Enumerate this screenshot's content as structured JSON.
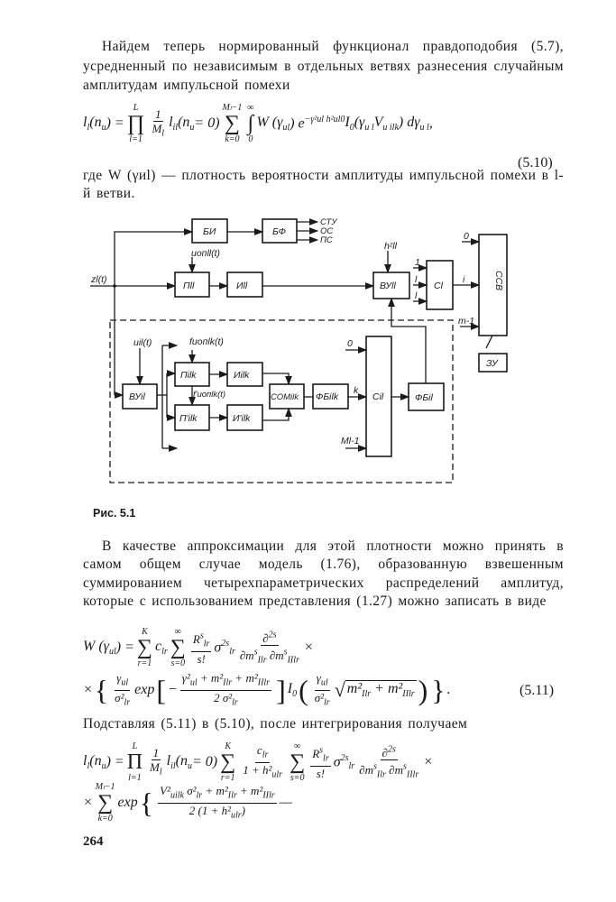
{
  "paragraphs": {
    "intro": "Найдем теперь нормированный функционал правдоподобия (5.7), усредненный по независимым в отдельных ветвях разнесения случайным амплитудам импульсной помехи",
    "where": "где W (γиl) — плотность вероятности амплитуды импульсной помехи в l-й ветви.",
    "approx": "В качестве аппроксимации для этой плотности можно принять в самом общем случае модель (1.76), образованную взвешенным суммированием четырехпараметрических распределений амплитуд, которые с использованием представления (1.27) можно записать в виде",
    "substitute": "Подставляя (5.11) в (5.10), после интегрирования получаем"
  },
  "equations": {
    "eq510": [
      {
        "t": "l",
        "sub": "l"
      },
      {
        "t": " (n",
        "sub": "и"
      },
      {
        "t": ") ="
      },
      {
        "big": "∏",
        "top": "L",
        "bot": "l=1"
      },
      {
        "num": [
          {
            "t": "1"
          }
        ],
        "den": [
          {
            "t": "M",
            "sub": "l"
          }
        ]
      },
      {
        "t": " l",
        "sub": "il"
      },
      {
        "t": " (n",
        "sub": "и"
      },
      {
        "t": " = 0)"
      },
      {
        "big": "∑",
        "top": "Mₗ−1",
        "bot": "k=0"
      },
      {
        "big": "∫",
        "top": "∞",
        "bot": "0"
      },
      {
        "t": " W (γ",
        "sub": "иl"
      },
      {
        "t": ") e",
        "sup": "−γ²иl h²иl0"
      },
      {
        "t": "I",
        "sub": "0"
      },
      {
        "t": " (γ",
        "sub": "и l"
      },
      {
        "t": "V",
        "sub": "и ilk"
      },
      {
        "t": ") dγ",
        "sub": "и l"
      },
      {
        "t": ","
      }
    ],
    "eq511a": [
      {
        "t": "W (γ",
        "sub": "иl"
      },
      {
        "t": ") ="
      },
      {
        "big": "∑",
        "top": "K",
        "bot": "r=1"
      },
      {
        "t": "c",
        "sub": "lr"
      },
      {
        "big": "∑",
        "top": "∞",
        "bot": "s=0"
      },
      {
        "num": [
          {
            "t": "R",
            "sup": "s"
          },
          {
            "t": "",
            "sub": "lr"
          }
        ],
        "den": [
          {
            "t": "s!"
          }
        ]
      },
      {
        "t": " σ",
        "sup": "2s"
      },
      {
        "t": "",
        "sub": "lr"
      },
      {
        "num": [
          {
            "t": "∂",
            "sup": "2s"
          }
        ],
        "den": [
          {
            "t": "∂m",
            "sup": "s"
          },
          {
            "t": "",
            "sub": "Ilr"
          },
          {
            "t": " ∂m",
            "sup": "s"
          },
          {
            "t": "",
            "sub": "IIlr"
          }
        ]
      },
      {
        "t": " ×"
      }
    ],
    "eq511b": [
      {
        "t": "×"
      },
      {
        "br": "{"
      },
      {
        "num": [
          {
            "t": "γ",
            "sub": "иl"
          }
        ],
        "den": [
          {
            "t": "σ²",
            "sub": "lr"
          }
        ]
      },
      {
        "t": " exp"
      },
      {
        "br": "["
      },
      {
        "t": "−"
      },
      {
        "num": [
          {
            "t": "γ²",
            "sub": "иl"
          },
          {
            "t": " + m²",
            "sub": "Ilr"
          },
          {
            "t": " + m²",
            "sub": "IIlr"
          }
        ],
        "den": [
          {
            "t": "2 σ²",
            "sub": "lr"
          }
        ]
      },
      {
        "br": "]"
      },
      {
        "t": " I",
        "sub": "0"
      },
      {
        "br": "("
      },
      {
        "num": [
          {
            "t": "γ",
            "sub": "иl"
          }
        ],
        "den": [
          {
            "t": "σ²",
            "sub": "lr"
          }
        ]
      },
      {
        "root": [
          {
            "t": "m²",
            "sub": "Ilr"
          },
          {
            "t": " + m²",
            "sub": "IIlr"
          }
        ]
      },
      {
        "br": ")"
      },
      {
        "br": "}"
      },
      {
        "t": " ."
      }
    ],
    "eq512a": [
      {
        "t": "l",
        "sub": "l"
      },
      {
        "t": " (n",
        "sub": "и"
      },
      {
        "t": ") ="
      },
      {
        "big": "Π",
        "top": "L",
        "bot": "l=1"
      },
      {
        "num": [
          {
            "t": "1"
          }
        ],
        "den": [
          {
            "t": "M",
            "sub": "l"
          }
        ]
      },
      {
        "t": " l",
        "sub": "il"
      },
      {
        "t": " (n",
        "sub": "и"
      },
      {
        "t": " = 0)"
      },
      {
        "big": "∑",
        "top": "K",
        "bot": "r=1"
      },
      {
        "num": [
          {
            "t": "c",
            "sub": "lr"
          }
        ],
        "den": [
          {
            "t": "1 + h²",
            "sub": "иlr"
          }
        ]
      },
      {
        "big": "∑",
        "top": "∞",
        "bot": "s=0"
      },
      {
        "num": [
          {
            "t": "R",
            "sup": "s"
          },
          {
            "t": "",
            "sub": "lr"
          }
        ],
        "den": [
          {
            "t": "s!"
          }
        ]
      },
      {
        "t": "σ",
        "sup": "2s"
      },
      {
        "t": "",
        "sub": "lr"
      },
      {
        "num": [
          {
            "t": "∂",
            "sup": "2s"
          }
        ],
        "den": [
          {
            "t": "∂m",
            "sup": "s"
          },
          {
            "t": "",
            "sub": "Ilr"
          },
          {
            "t": " ∂m",
            "sup": "s"
          },
          {
            "t": "",
            "sub": "IIlr"
          }
        ]
      },
      {
        "t": " ×"
      }
    ],
    "eq512b": [
      {
        "t": "×"
      },
      {
        "big": "∑",
        "top": "Mₗ−1",
        "bot": "k=0"
      },
      {
        "t": " exp"
      },
      {
        "br": "{"
      },
      {
        "num": [
          {
            "t": "V²",
            "sub": "иilk"
          },
          {
            "t": " σ²",
            "sub": "lr"
          },
          {
            "t": " + m²",
            "sub": "Ilr"
          },
          {
            "t": " + m²",
            "sub": "IIlr"
          }
        ],
        "den": [
          {
            "t": "2 (1 + h²",
            "sub": "иlr"
          },
          {
            "t": ")"
          }
        ]
      },
      {
        "t": " —"
      }
    ],
    "num510": "(5.10)",
    "num511": "(5.11)"
  },
  "figure": {
    "caption": "Рис. 5.1",
    "blocks": {
      "bi": "БИ",
      "bf": "БФ",
      "p_ll": "Пll",
      "i_ll": "Иll",
      "vu_ll": "ВУll",
      "c_l": "Cl",
      "ssv": "ССВ",
      "zu": "ЗУ",
      "vu_il": "ВУil",
      "p_ilk": "Пilk",
      "i_ilk": "Иilk",
      "p2_ilk": "П'ilk",
      "i2_ilk": "И'ilk",
      "com_ilk": "СОМilk",
      "fb_ilk": "ФБilk",
      "c_il": "Cil",
      "fb_il": "ФБil"
    },
    "labels": {
      "z": "zl(t)",
      "u_opll": "uопll(t)",
      "h": "hᶻll",
      "stu": "СТУ",
      "os": "ОС",
      "ps": "ПС",
      "in1": "1",
      "in2": "l",
      "in3": "l",
      "i": "i",
      "zero_top": "0",
      "m1": "m-1",
      "u_il": "uil(t)",
      "f_uop": "fuопlk(t)",
      "f2_uop": "f'uопlk(t)",
      "k": "k",
      "zero_bot": "0",
      "ml1": "Ml-1"
    }
  },
  "page_number": "264"
}
